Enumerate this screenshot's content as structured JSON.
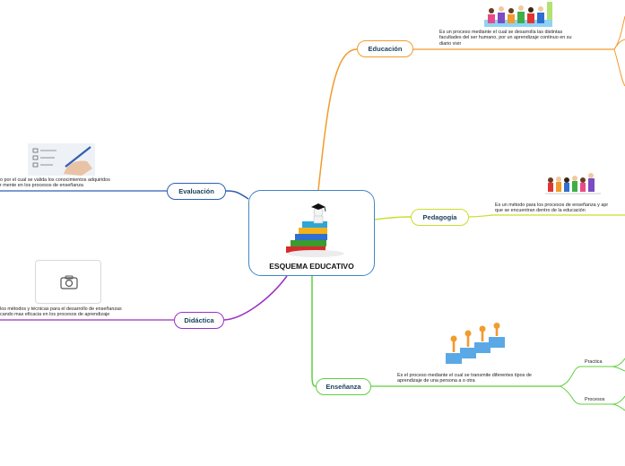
{
  "central": {
    "title": "ESQUEMA EDUCATIVO",
    "image": "stack-of-books-graduate-icon"
  },
  "branches": {
    "educacion": {
      "label": "Educación",
      "color": "#f29b2e",
      "note": [
        "Es un proceso mediante el cual se desarrolla las distintas",
        "facultades del ser humano, por un aprendizaje continuo en su",
        "diario vivir"
      ],
      "image": "students-classroom-icon"
    },
    "evaluacion": {
      "label": "Evaluación",
      "color": "#2f5fb3",
      "note": [
        "o por el cual se valida los conocimientos adquiridos",
        "r mente en los procesos de enseñanza"
      ],
      "image": "checklist-hand-pen-icon"
    },
    "pedagogia": {
      "label": "Pedagogía",
      "color": "#c9dd2a",
      "note": [
        "Es un método para los procesos de enseñanza y apr",
        "que se encuentran dentro de la educación"
      ],
      "image": "children-group-icon"
    },
    "didactica": {
      "label": "Didáctica",
      "color": "#9c2fc4",
      "note": [
        "los métodos y técnicas para el desarrollo  de enseñanzas",
        "cando mas eficacia en los procesos de aprendizaje"
      ],
      "image": "camera-placeholder-icon"
    },
    "ensenanza": {
      "label": "Enseñanza",
      "color": "#5fcf3e",
      "note": [
        "Es el proceso mediante el cual se transmite diferentes tipos de",
        "aprendizaje  de una persona a o otra"
      ],
      "image": "people-puzzle-icon",
      "subtopics": [
        "Practica",
        "Procesos"
      ]
    }
  }
}
